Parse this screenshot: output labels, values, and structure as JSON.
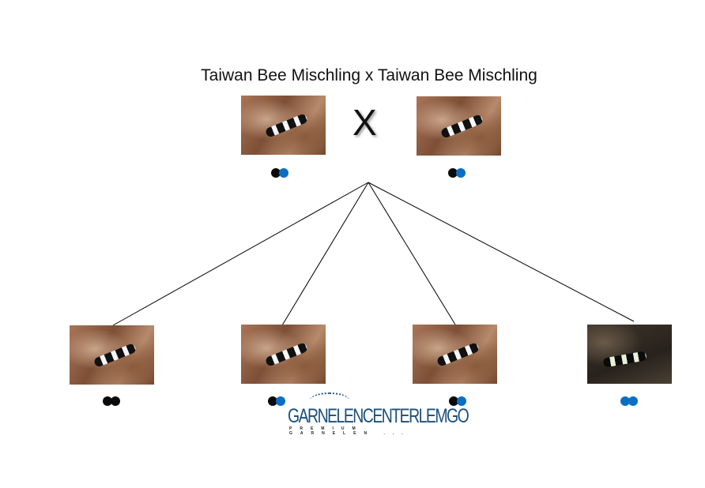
{
  "title": "Taiwan Bee Mischling x Taiwan Bee Mischling",
  "cross_symbol": "X",
  "colors": {
    "black": "#0a0a0a",
    "blue": "#0a6fc4"
  },
  "parents": [
    {
      "dots": [
        "black",
        "blue"
      ]
    },
    {
      "dots": [
        "black",
        "blue"
      ]
    }
  ],
  "offspring": [
    {
      "dots": [
        "black",
        "black"
      ]
    },
    {
      "dots": [
        "black",
        "blue"
      ]
    },
    {
      "dots": [
        "black",
        "blue"
      ]
    },
    {
      "dots": [
        "blue",
        "blue"
      ]
    }
  ],
  "logo": {
    "name": "GARNELENCENTERLEMGO",
    "tagline": "PREMIUM GARNELEN ..."
  }
}
